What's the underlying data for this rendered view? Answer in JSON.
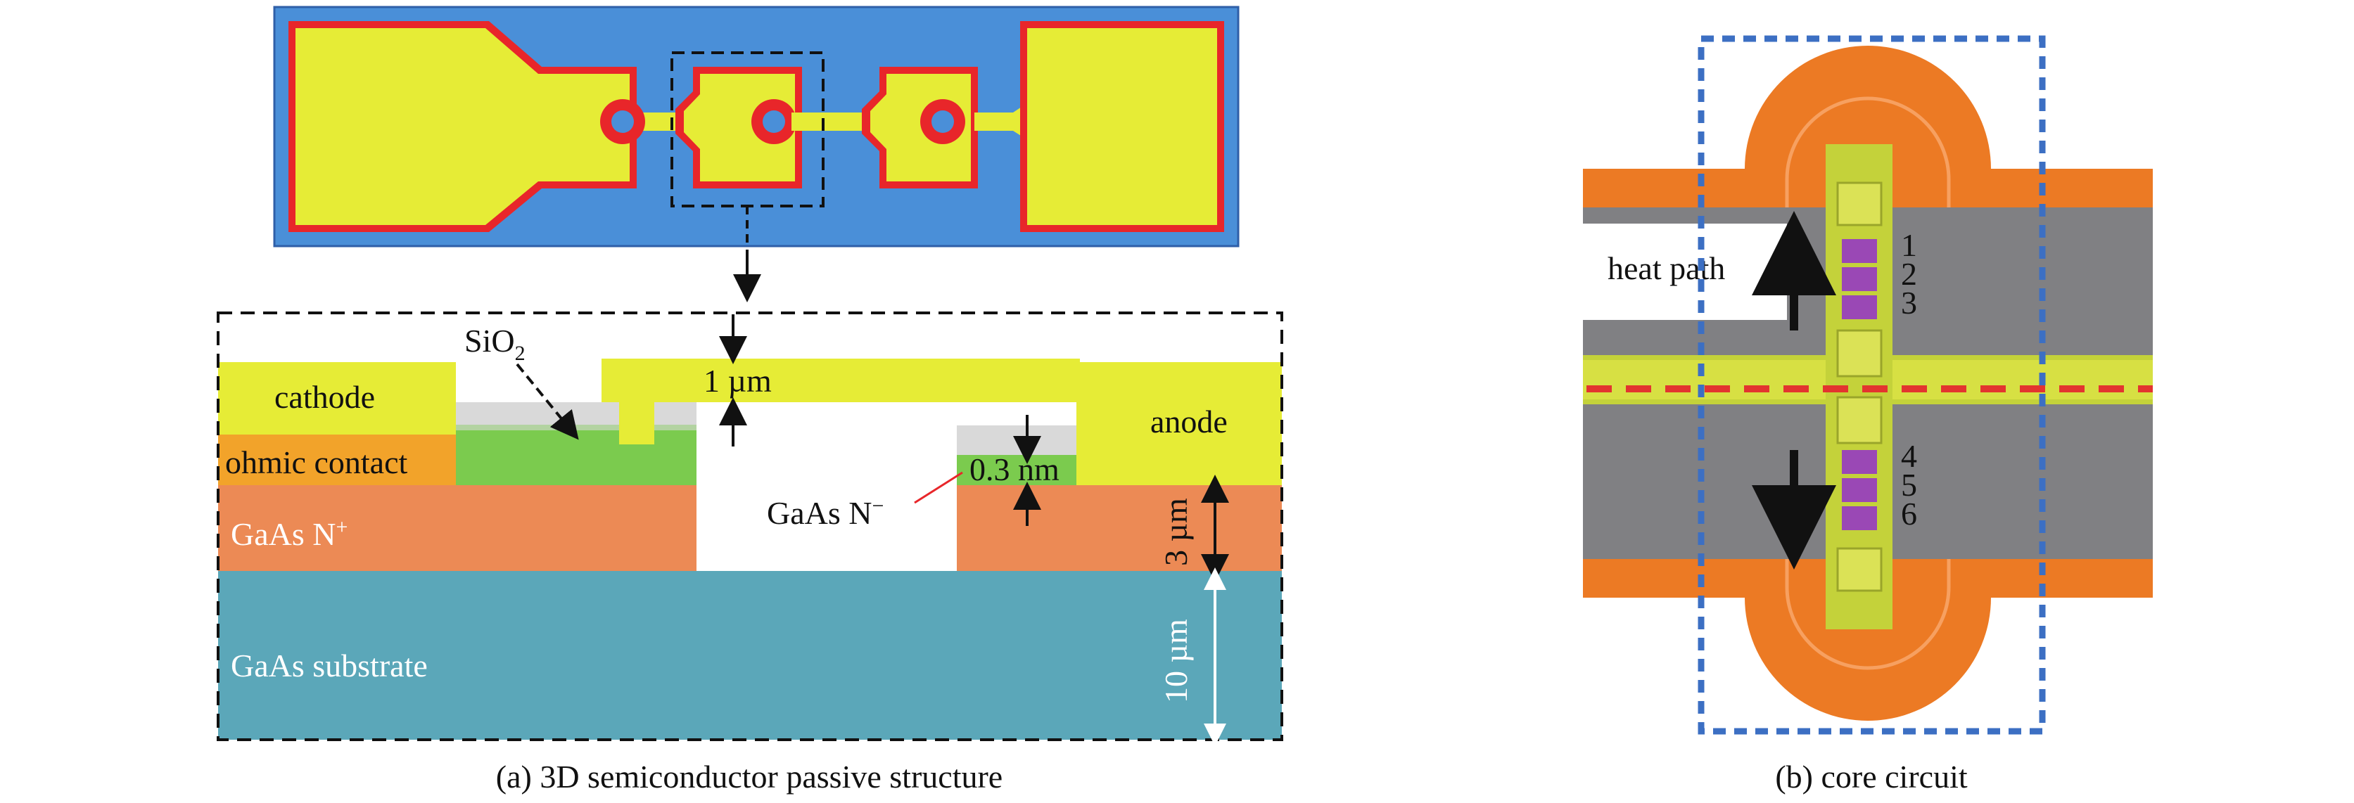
{
  "panel_a": {
    "caption": "(a) 3D semiconductor passive structure",
    "labels": {
      "sio2_main": "SiO",
      "sio2_sub": "2",
      "cathode": "cathode",
      "ohmic_contact": "ohmic contact",
      "gaas_nplus_main": "GaAs N",
      "gaas_nplus_sup": "+",
      "gaas_nminus_main": "GaAs N",
      "gaas_nminus_sup": "−",
      "gaas_substrate": "GaAs substrate",
      "anode": "anode",
      "dim_bridge": "1 µm",
      "dim_sio2": "0.3 nm",
      "dim_nplus": "3 µm",
      "dim_substrate": "10 µm"
    }
  },
  "panel_b": {
    "caption": "(b) core circuit",
    "heat_path": "heat path",
    "numbers": [
      "1",
      "2",
      "3",
      "4",
      "5",
      "6"
    ]
  },
  "colors": {
    "gold": "#e6ec36",
    "red_edge": "#e8262a",
    "board_blue": "#4a8fd8",
    "gaas_nplus": "#ec8a55",
    "ohmic": "#f2a32a",
    "sio2": "#7bcb4e",
    "substrate": "#5ba7b9",
    "sio2_grey": "#d9d9d9",
    "orange_metal": "#ec7a24",
    "grey_dielectric": "#808083",
    "purple_junction": "#9a48b5",
    "dash_blue": "#3c6fc3",
    "dash_red": "#e3342f"
  }
}
